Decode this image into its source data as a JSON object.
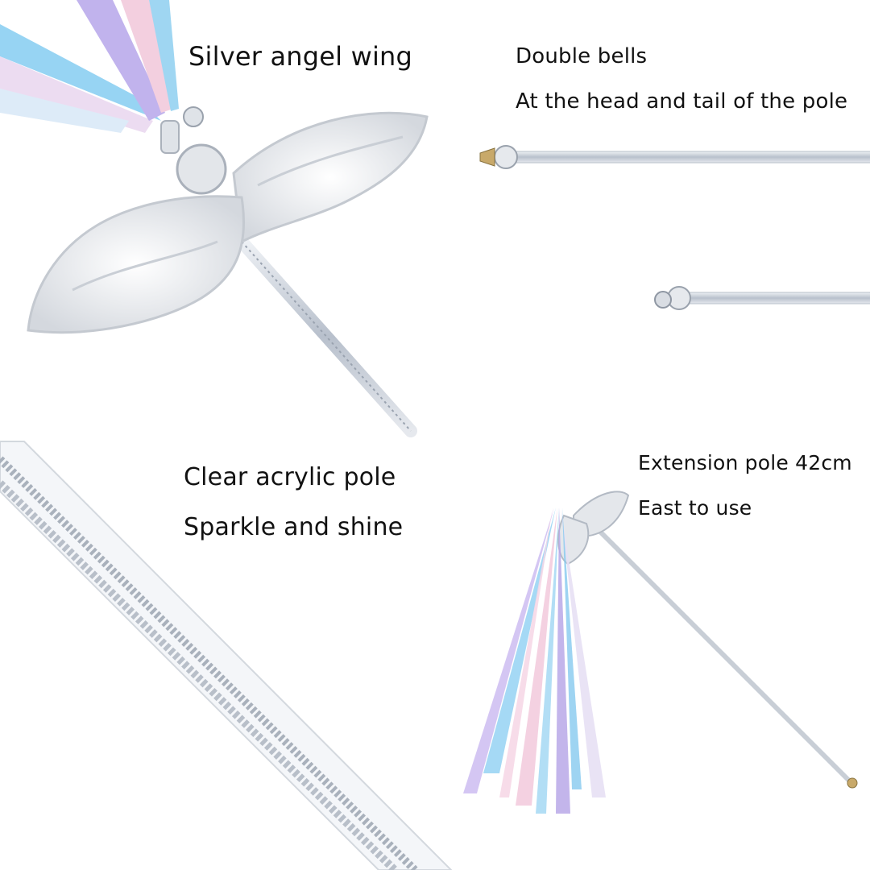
{
  "panels": {
    "top_left": {
      "caption": "Silver angel wing"
    },
    "top_right": {
      "caption_line1": "Double bells",
      "caption_line2": "At the head and tail of the pole"
    },
    "bottom_left": {
      "caption_line1": "Clear acrylic pole",
      "caption_line2": "Sparkle and shine"
    },
    "bottom_right": {
      "caption_line1": "Extension pole 42cm",
      "caption_line2": "East to use"
    }
  },
  "colors": {
    "background": "#ffffff",
    "text": "#111111",
    "silver": "#d9dde3",
    "ribbon_blue": "#7fc8f0",
    "ribbon_pink": "#f3c6d8",
    "ribbon_lilac": "#b9a8e8"
  }
}
